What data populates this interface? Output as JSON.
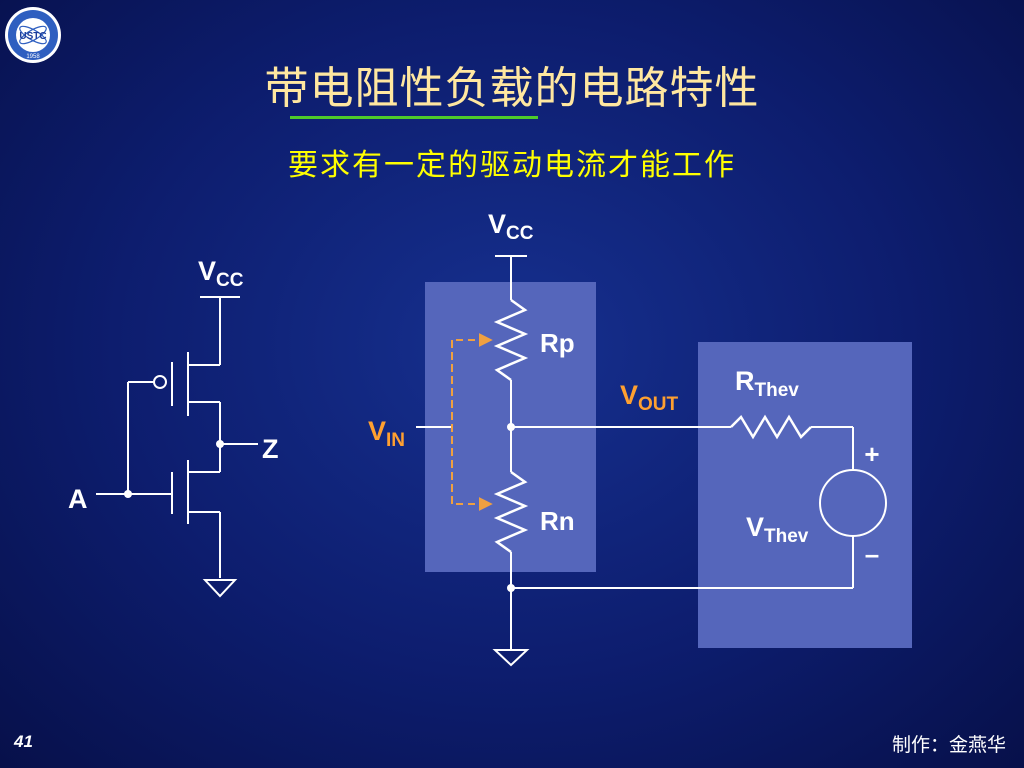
{
  "slide": {
    "title": "带电阻性负载的电路特性",
    "subtitle": "要求有一定的驱动电流才能工作",
    "page_number": "41",
    "author": "制作：金燕华",
    "logo_text": "USTC",
    "logo_year": "1958"
  },
  "inverter_circuit": {
    "supply": {
      "main": "V",
      "sub": "CC"
    },
    "input_label": "A",
    "output_label": "Z"
  },
  "model_circuit": {
    "supply": {
      "main": "V",
      "sub": "CC"
    },
    "pullup_label": "Rp",
    "pulldown_label": "Rn",
    "input": {
      "main": "V",
      "sub": "IN"
    },
    "output": {
      "main": "V",
      "sub": "OUT"
    },
    "thevenin_resistor": {
      "main": "R",
      "sub": "Thev"
    },
    "thevenin_source": {
      "main": "V",
      "sub": "Thev"
    },
    "plus_sign": "+",
    "minus_sign": "–"
  },
  "colors": {
    "wire": "#ffffff",
    "model_box": "#5566bb",
    "control_arrow": "#f0a040",
    "label_orange": "#ffa030",
    "underline": "#4ecb2a"
  }
}
